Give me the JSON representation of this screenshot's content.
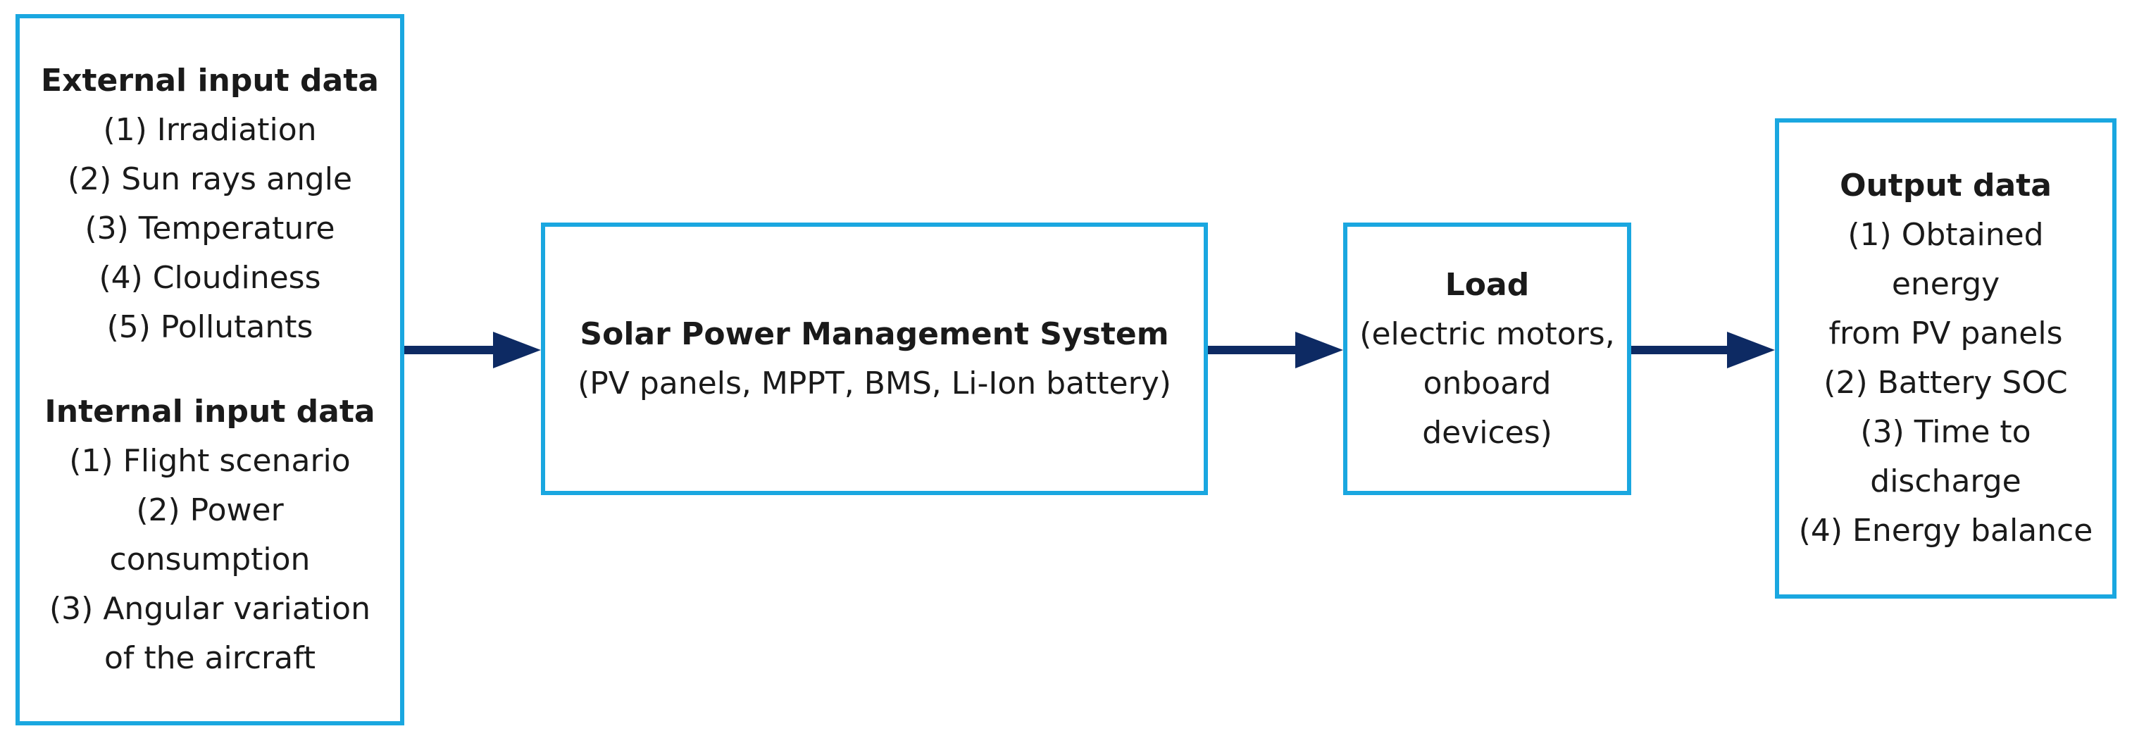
{
  "diagram": {
    "inputs": {
      "external_title": "External input data",
      "external_items": [
        "(1) Irradiation",
        "(2) Sun rays angle",
        "(3) Temperature",
        "(4) Cloudiness",
        "(5) Pollutants"
      ],
      "internal_title": "Internal input data",
      "internal_items": [
        "(1) Flight scenario",
        "(2) Power",
        "consumption",
        "(3) Angular variation",
        "of the aircraft"
      ]
    },
    "spms": {
      "title": "Solar Power Management System",
      "subtitle": "(PV panels, MPPT, BMS, Li-Ion battery)"
    },
    "load": {
      "title": "Load",
      "lines": [
        "(electric motors,",
        "onboard",
        "devices)"
      ]
    },
    "output": {
      "title": "Output data",
      "lines": [
        "(1) Obtained",
        "energy",
        "from PV panels",
        "(2) Battery SOC",
        "(3) Time to",
        "discharge",
        "(4) Energy balance"
      ]
    },
    "colors": {
      "box_border": "#1aa7e0",
      "arrow": "#0d2a63"
    }
  }
}
